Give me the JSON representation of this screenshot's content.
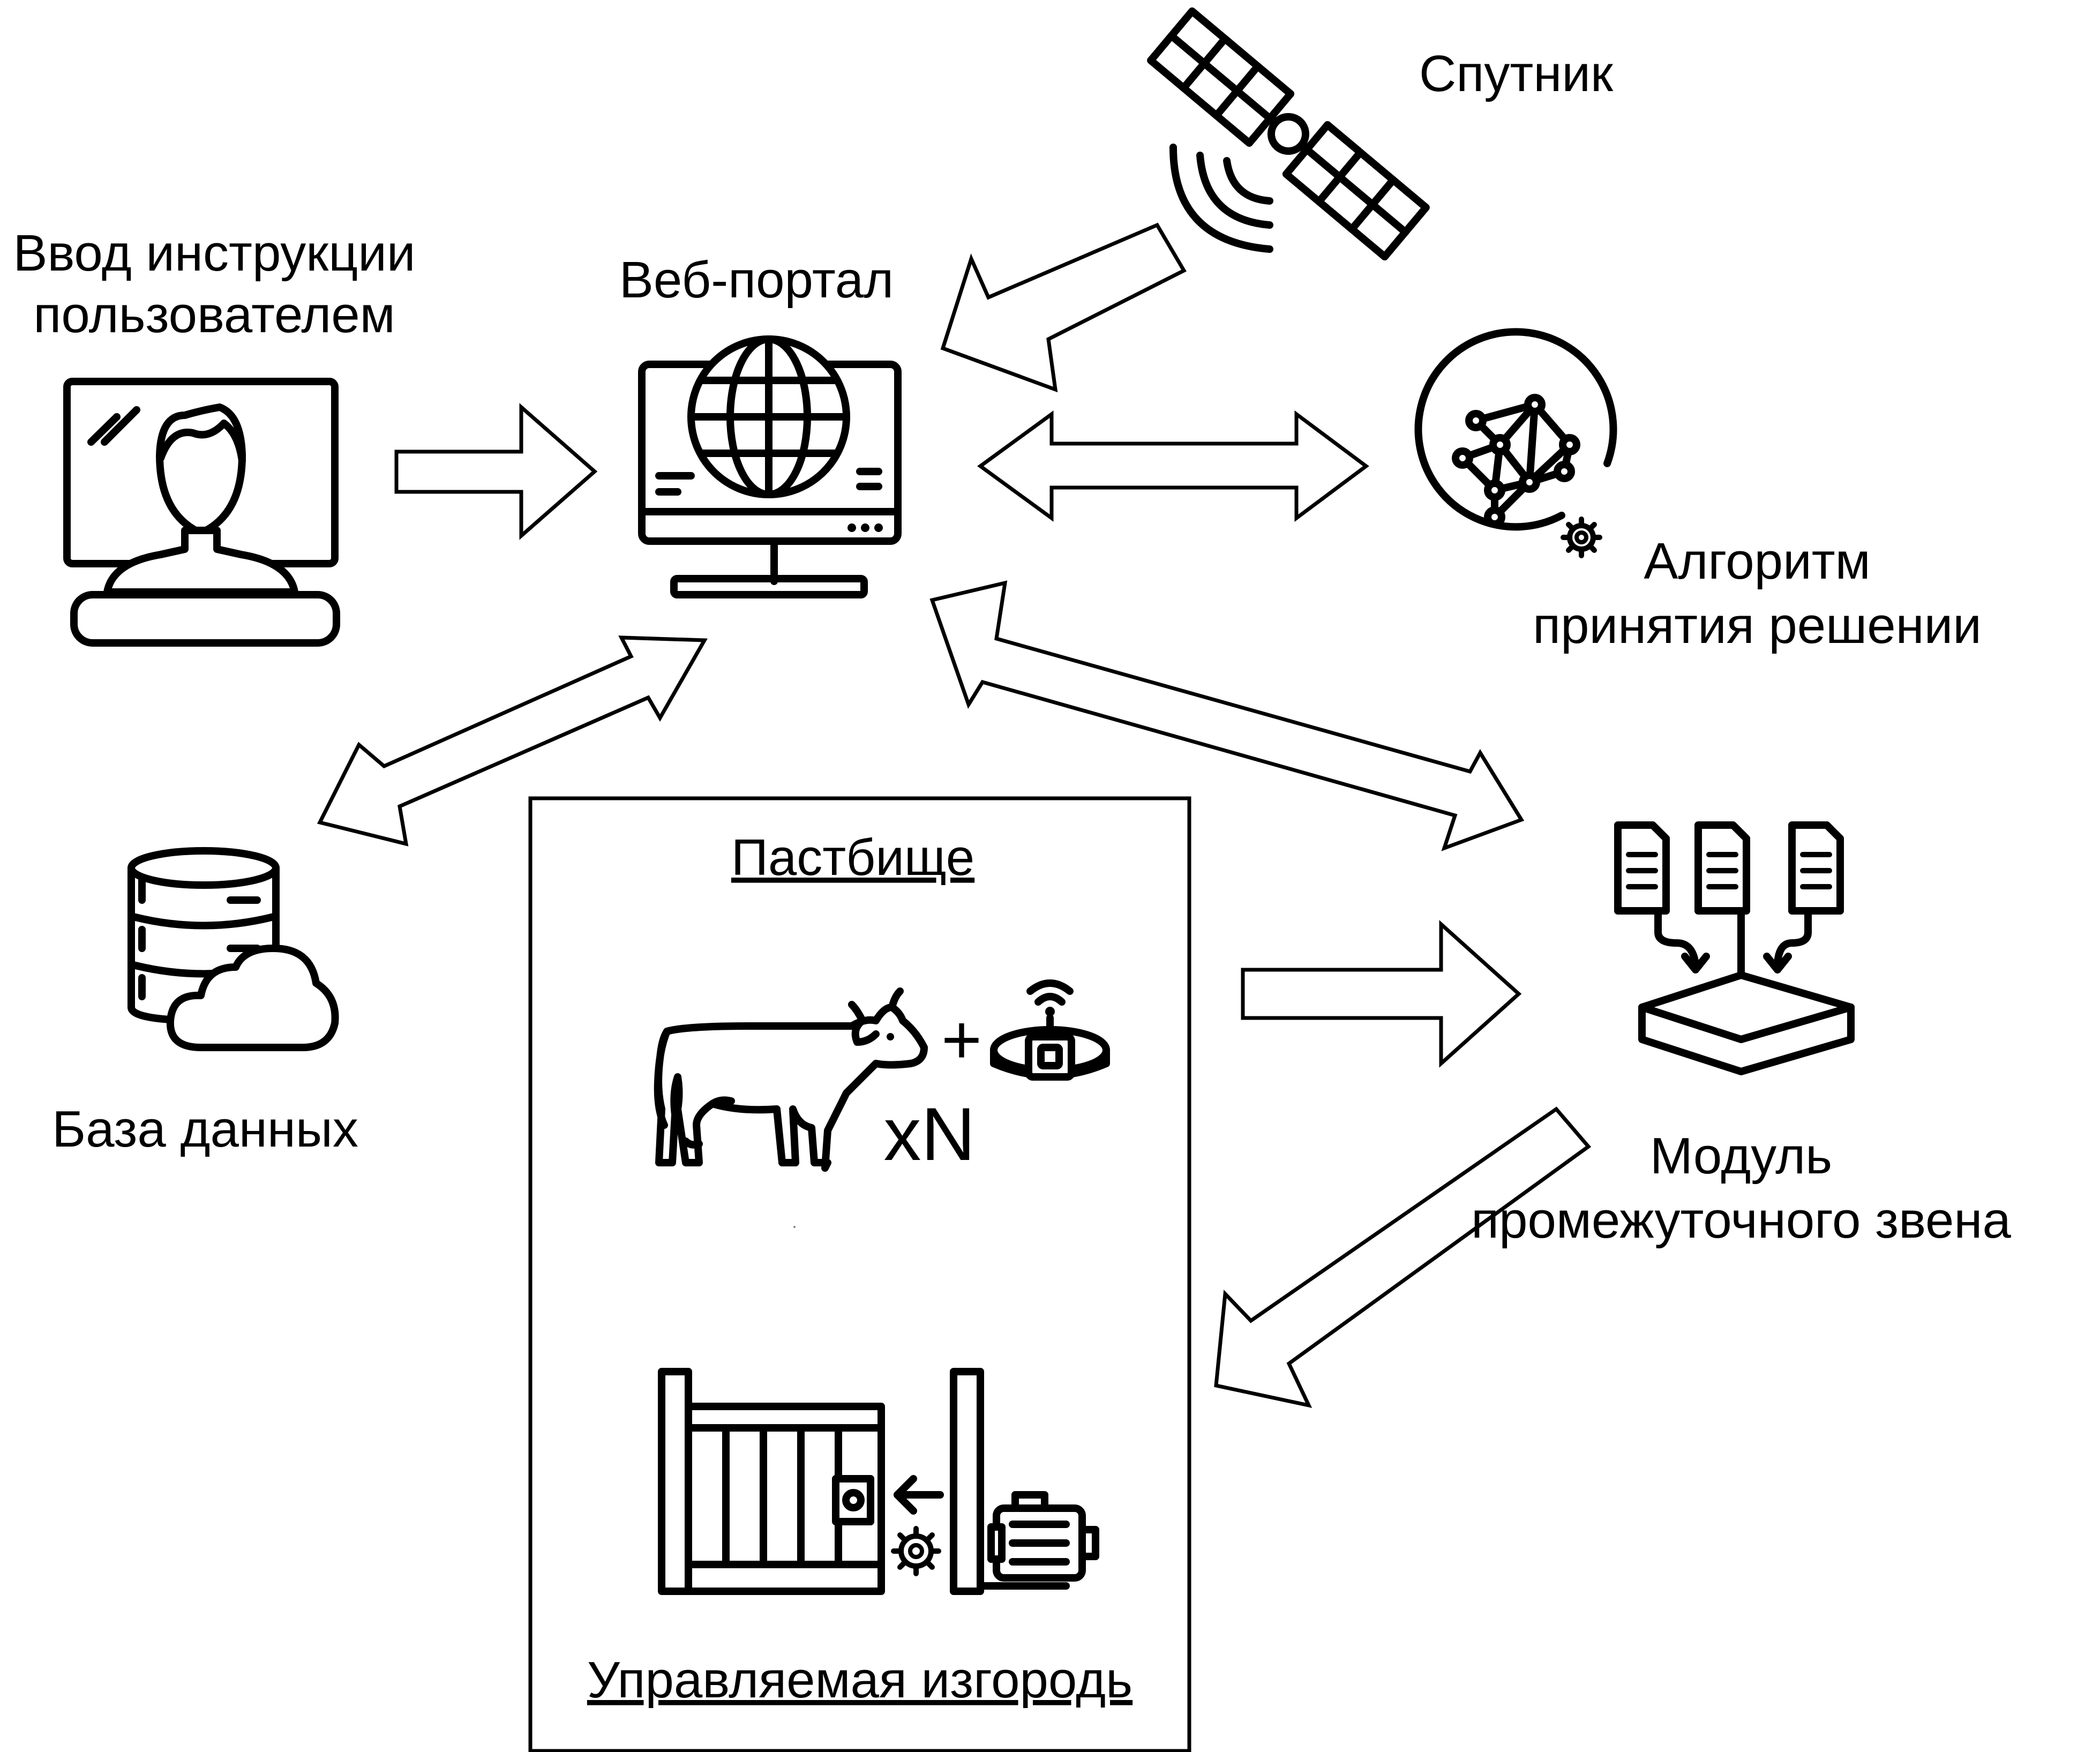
{
  "labels": {
    "user_input": [
      "Ввод инструкции",
      "пользователем"
    ],
    "web_portal": "Веб-портал",
    "satellite": "Спутник",
    "algorithm": [
      "Алгоритм",
      "принятия решении"
    ],
    "database": "База данных",
    "pasture": "Пастбище",
    "herd_multiplier": "xN",
    "plus_sign": "+",
    "fence": "Управляемая изгородь",
    "middleware": [
      "Модуль",
      "промежуточного звена"
    ]
  },
  "icons": {
    "user": "user-at-computer-icon",
    "portal": "globe-monitor-icon",
    "satellite": "satellite-icon",
    "algorithm": "neural-network-icon",
    "database": "database-cloud-icon",
    "cow": "cow-icon",
    "collar": "gps-collar-icon",
    "fence": "automated-gate-icon",
    "middleware": "documents-merge-icon"
  },
  "arrows": [
    {
      "from": "user_input",
      "to": "web_portal",
      "direction": "one-way"
    },
    {
      "from": "satellite",
      "to": "web_portal",
      "direction": "one-way"
    },
    {
      "from": "web_portal",
      "to": "algorithm",
      "direction": "two-way"
    },
    {
      "from": "web_portal",
      "to": "database",
      "direction": "two-way"
    },
    {
      "from": "web_portal",
      "to": "middleware",
      "direction": "two-way"
    },
    {
      "from": "pasture",
      "to": "middleware",
      "direction": "one-way"
    },
    {
      "from": "middleware",
      "to": "pasture",
      "direction": "one-way"
    }
  ]
}
